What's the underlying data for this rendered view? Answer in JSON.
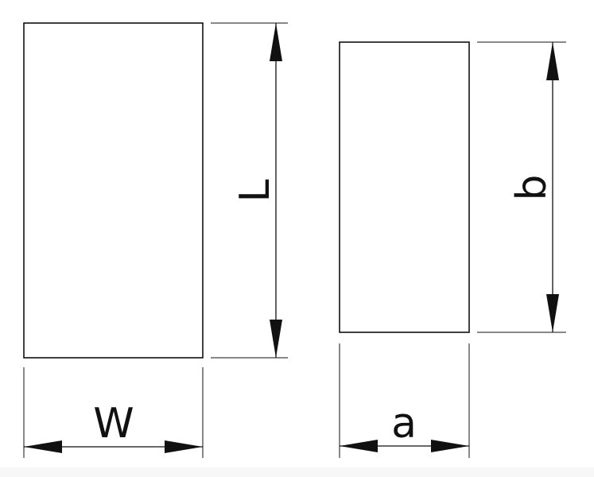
{
  "labels": {
    "length": "L",
    "width": "W",
    "side_b": "b",
    "side_a": "a"
  },
  "colors": {
    "line": "#111111",
    "background": "#ffffff"
  }
}
